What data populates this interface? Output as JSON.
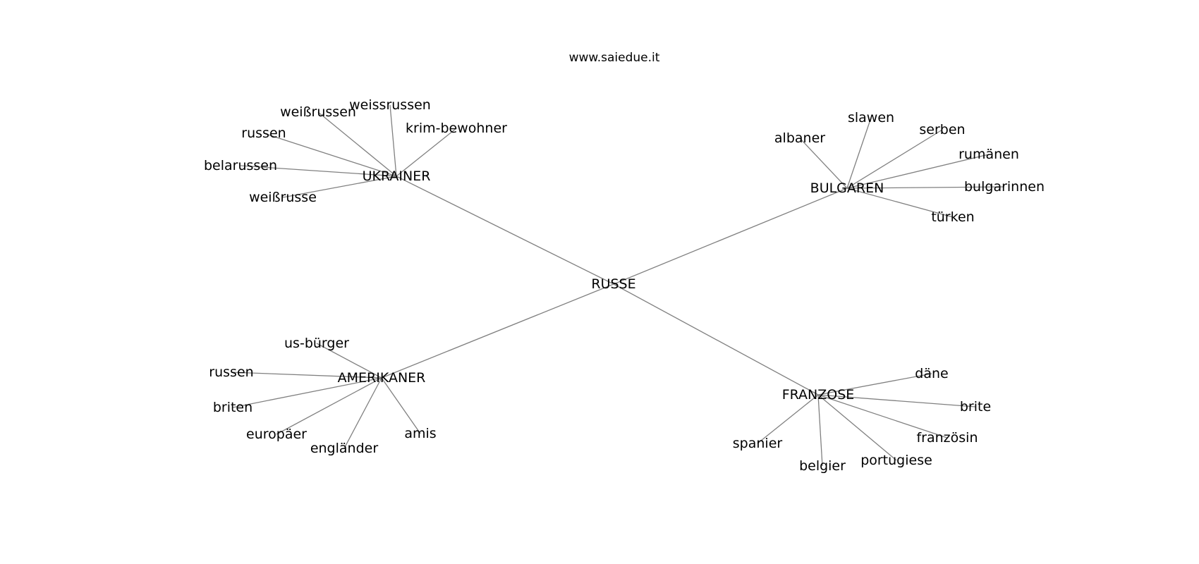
{
  "watermark": "www.saiedue.it",
  "graph": {
    "center": {
      "id": "RUSSE",
      "label": "RUSSE"
    },
    "hubs": [
      {
        "id": "UKRAINER",
        "label": "UKRAINER",
        "leaves": [
          "weissrussen",
          "weißrussen",
          "krim-bewohner",
          "russen",
          "belarussen",
          "weißrusse"
        ]
      },
      {
        "id": "BULGAREN",
        "label": "BULGAREN",
        "leaves": [
          "slawen",
          "albaner",
          "serben",
          "rumänen",
          "bulgarinnen",
          "türken"
        ]
      },
      {
        "id": "AMERIKANER",
        "label": "AMERIKANER",
        "leaves": [
          "us-bürger",
          "russen",
          "briten",
          "europäer",
          "engländer",
          "amis"
        ]
      },
      {
        "id": "FRANZOSE",
        "label": "FRANZOSE",
        "leaves": [
          "däne",
          "brite",
          "französin",
          "portugiese",
          "belgier",
          "spanier"
        ]
      }
    ]
  }
}
